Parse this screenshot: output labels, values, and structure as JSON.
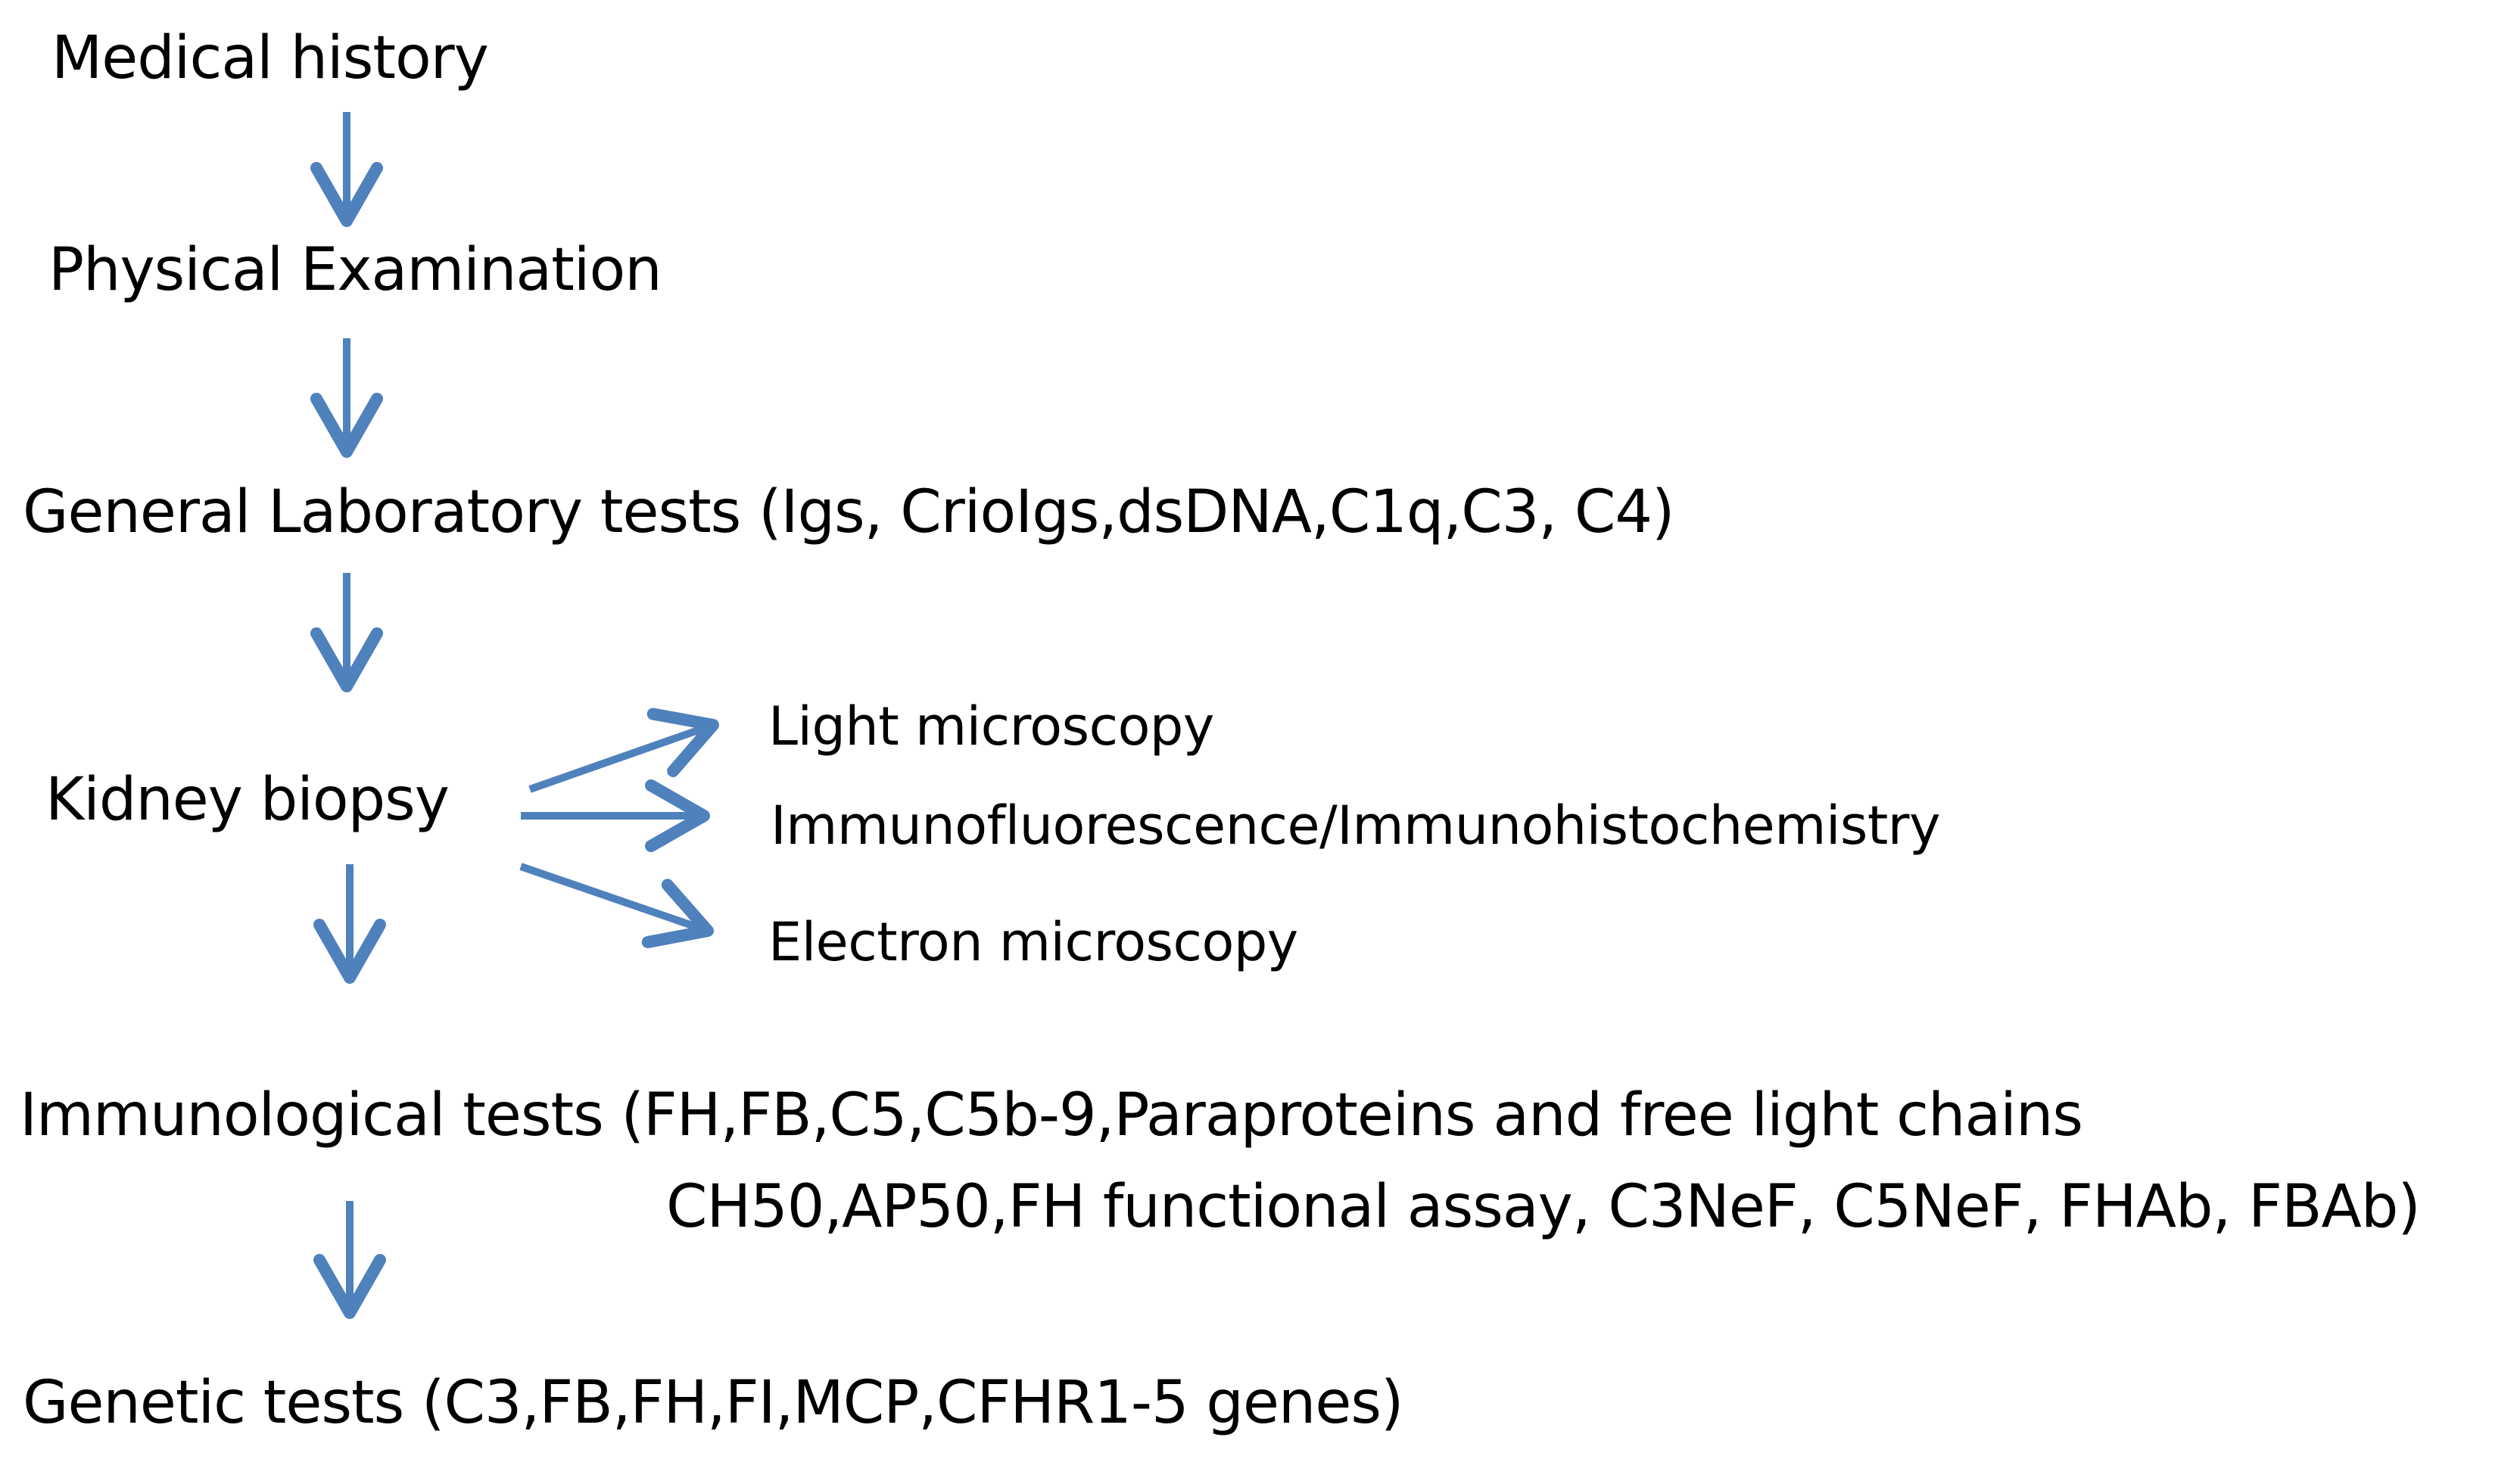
{
  "steps": {
    "medical_history": "Medical history",
    "physical_examination": "Physical Examination",
    "general_lab_tests": "General Laboratory tests (Igs,  CrioIgs,dsDNA,C1q,C3, C4)",
    "kidney_biopsy": "Kidney biopsy",
    "immunological_tests_line1": "Immunological tests (FH,FB,C5,C5b-9,Paraproteins and free light chains",
    "immunological_tests_line2": "CH50,AP50,FH functional assay, C3NeF, C5NeF, FHAb, FBAb)",
    "genetic_tests": "Genetic tests (C3,FB,FH,FI,MCP,CFHR1-5 genes)"
  },
  "biopsy_branches": {
    "light_microscopy": "Light microscopy",
    "immunofluorescence": "Immunofluorescence/Immunohistochemistry",
    "electron_microscopy": "Electron  microscopy"
  },
  "colors": {
    "arrow": "#4F81BD",
    "text": "#000000",
    "background": "#FFFFFF"
  }
}
